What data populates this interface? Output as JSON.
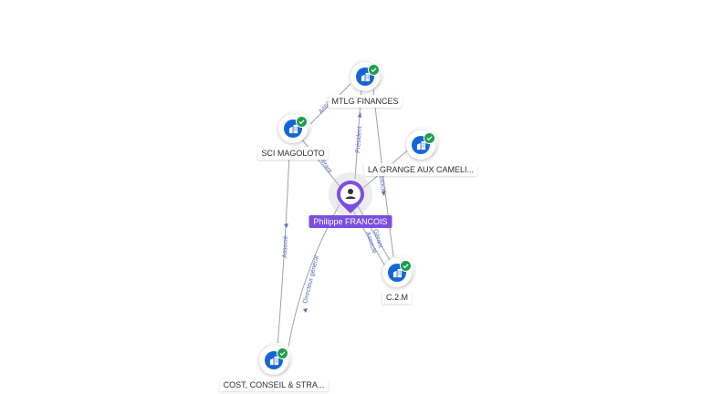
{
  "nodes": {
    "person": {
      "label": "Philippe FRANCOIS"
    },
    "mtlg": {
      "label": "MTLG FINANCES"
    },
    "sci": {
      "label": "SCI MAGOLOTO"
    },
    "grange": {
      "label": "LA GRANGE AUX CAMELI..."
    },
    "c2m": {
      "label": "C.2.M"
    },
    "cost": {
      "label": "COST, CONSEIL & STRA..."
    }
  },
  "edges": {
    "person_mtlg": "Président",
    "person_sci": "Gérant",
    "sci_mtlg": "Associé",
    "sci_cost": "Associé",
    "person_cost": "Directeur général",
    "person_c2m": "Gérant",
    "person_c2m_2": "Associé",
    "mtlg_c2m": "Associé"
  },
  "colors": {
    "company": "#1565d8",
    "verified": "#1e9e4a",
    "person": "#7b4fe0",
    "edge": "#9aa4b3",
    "edge_label": "#5c6bc0"
  },
  "icons": {
    "company": "building-icon",
    "verified": "check-icon",
    "person": "user-icon"
  }
}
